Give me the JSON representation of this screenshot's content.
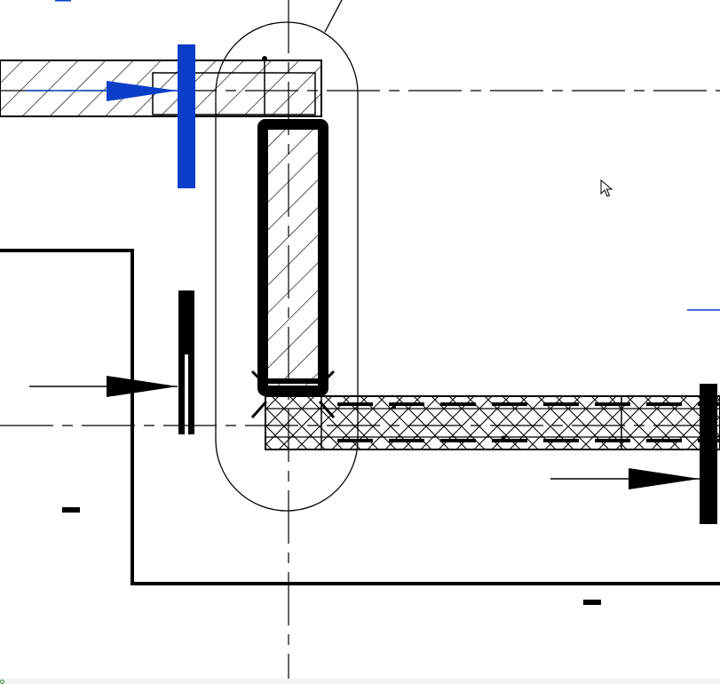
{
  "view": {
    "type": "CAD plan view (wall join detail)",
    "colors": {
      "background": "#ffffff",
      "linework": "#000000",
      "selection_blue": "#0a3ec8",
      "status_green": "#3a8a3a"
    }
  },
  "elements": {
    "walls": [
      "horizontal-wall-top",
      "vertical-wall-column",
      "horizontal-wall-bottom"
    ],
    "wall_hatches": [
      "diagonal-hatch",
      "diagonal-hatch",
      "cross-hatch-insulation"
    ],
    "section_markers": [
      "section-marker-top-selected",
      "section-marker-left",
      "section-marker-right"
    ],
    "grid_lines": [
      "grid-line-vertical",
      "grid-line-horizontal-top",
      "grid-line-horizontal-bottom"
    ],
    "annotations": [
      "join-region-outline",
      "room-boundary",
      "dash-mark-left",
      "dash-mark-bottom"
    ],
    "cursor": "arrow-cursor-icon"
  }
}
